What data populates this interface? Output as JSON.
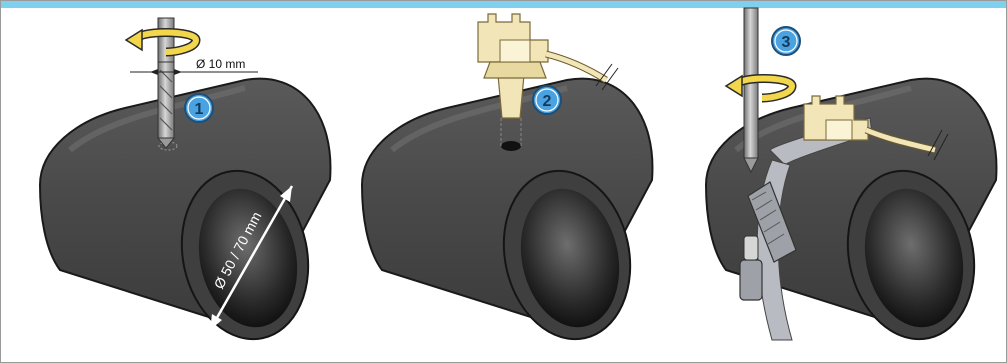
{
  "steps": [
    {
      "number": "1",
      "hole_label": "Ø 10 mm",
      "diameter_label": "Ø 50 / 70 mm"
    },
    {
      "number": "2"
    },
    {
      "number": "3"
    }
  ],
  "colors": {
    "banner": "#7fd0ee",
    "pipe_dark": "#3a3a3a",
    "pipe_mid": "#555555",
    "pipe_light": "#6b6b6b",
    "badge_fill": "#4aa3e0",
    "arrow_yellow": "#f2d64b",
    "saddle_cream": "#f2e6b8",
    "clamp_steel": "#b8bcc2"
  },
  "icons": [
    "drill-bit-icon",
    "rotation-arrow-icon",
    "saddle-tap-icon",
    "hose-clamp-icon",
    "screwdriver-icon"
  ]
}
